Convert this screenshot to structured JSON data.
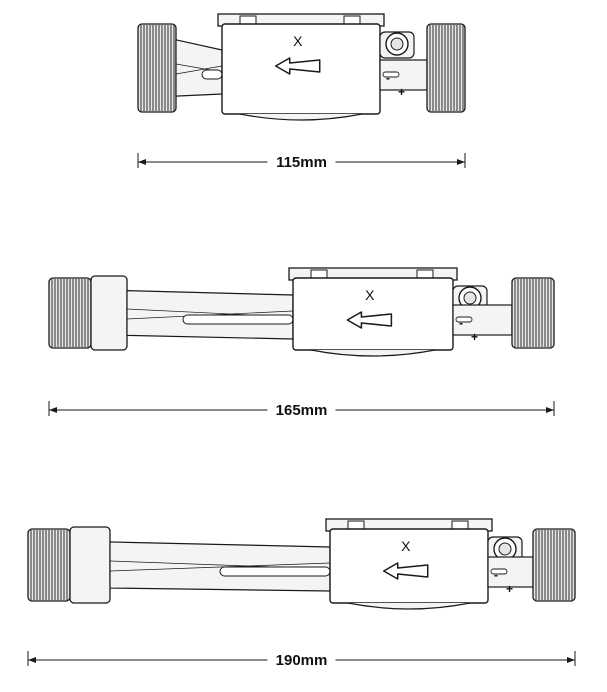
{
  "figure": {
    "meters": [
      {
        "id": "m115",
        "dimension_label": "115mm",
        "top_marking": "X",
        "minus_sign": "-",
        "plus_sign": "+"
      },
      {
        "id": "m165",
        "dimension_label": "165mm",
        "top_marking": "X",
        "minus_sign": "-",
        "plus_sign": "+"
      },
      {
        "id": "m190",
        "dimension_label": "190mm",
        "top_marking": "X",
        "minus_sign": "-",
        "plus_sign": "+"
      }
    ]
  },
  "colors": {
    "line": "#1a1a1a",
    "shade": "#e6e6e6",
    "light": "#f4f4f4",
    "background": "#ffffff"
  }
}
